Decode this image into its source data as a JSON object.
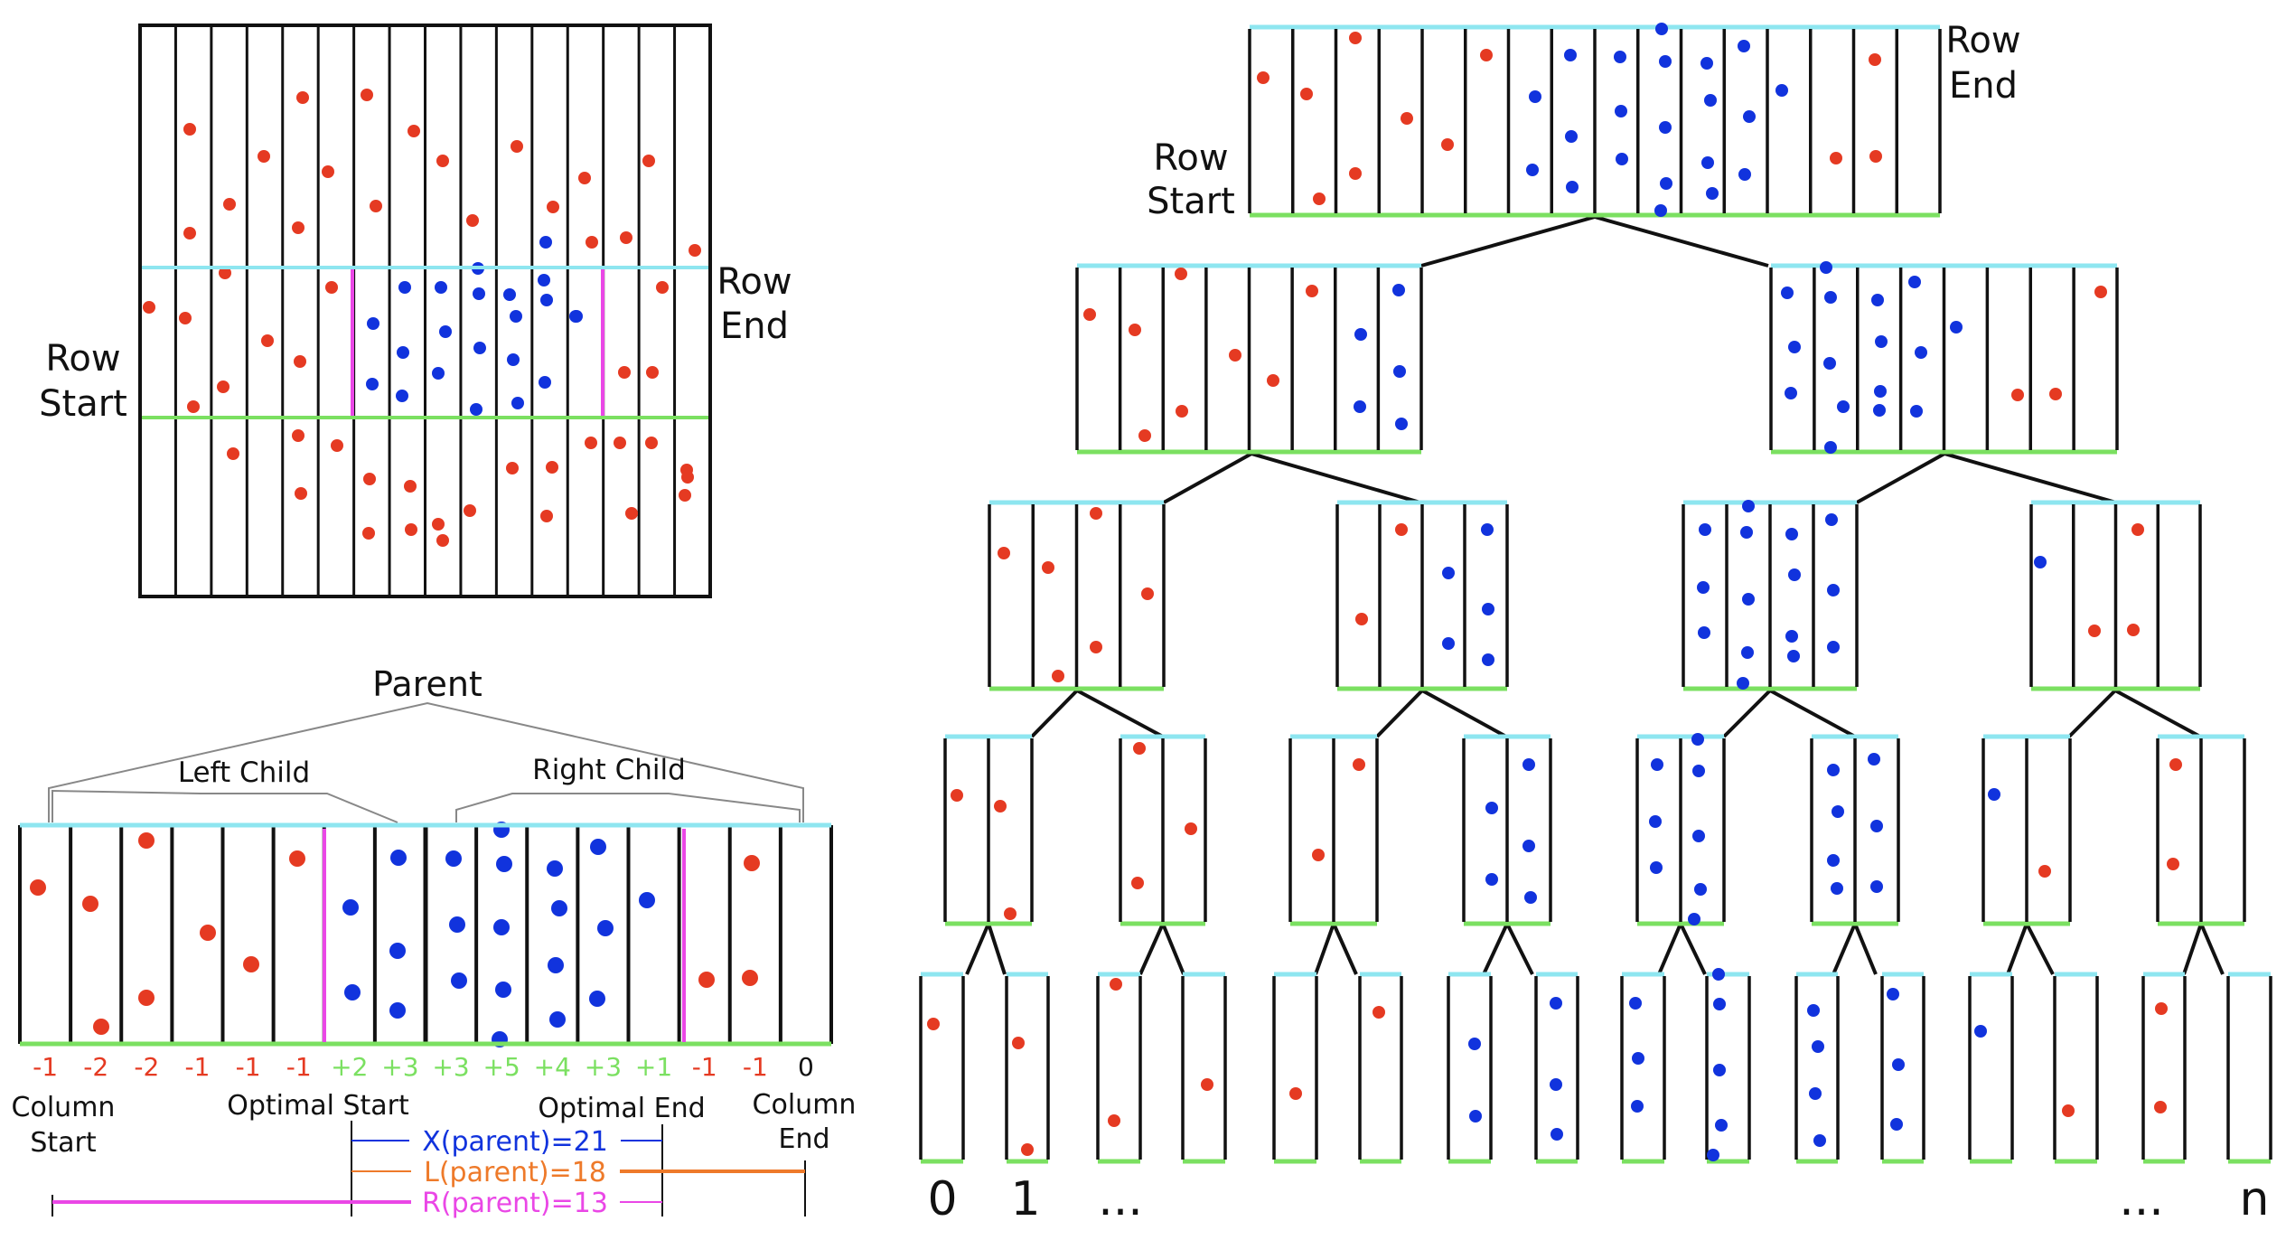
{
  "colors": {
    "red": "#e53a22",
    "blue": "#1133dd",
    "cyan": "#8ee6f0",
    "green": "#7be061",
    "magenta": "#ea47e6",
    "orange": "#ee7a2a",
    "black": "#111111",
    "gray": "#888888"
  },
  "topleft": {
    "row_start_line1": "Row",
    "row_start_line2": "Start",
    "row_end_line1": "Row",
    "row_end_line2": "End"
  },
  "bottomleft": {
    "parent": "Parent",
    "left_child": "Left Child",
    "right_child": "Right Child",
    "scores": [
      "-1",
      "-2",
      "-2",
      "-1",
      "-1",
      "-1",
      "+2",
      "+3",
      "+3",
      "+5",
      "+4",
      "+3",
      "+1",
      "-1",
      "-1",
      "0"
    ],
    "column_start_line1": "Column",
    "column_start_line2": "Start",
    "optimal_start": "Optimal Start",
    "optimal_end": "Optimal End",
    "column_end_line1": "Column",
    "column_end_line2": "End",
    "x_label": "X(parent)=21",
    "l_label": "L(parent)=18",
    "r_label": "R(parent)=13"
  },
  "tree": {
    "row_start_line1": "Row",
    "row_start_line2": "Start",
    "row_end_line1": "Row",
    "row_end_line2": "End",
    "leaf_labels": [
      "0",
      "1",
      "...",
      "...",
      "n"
    ]
  }
}
